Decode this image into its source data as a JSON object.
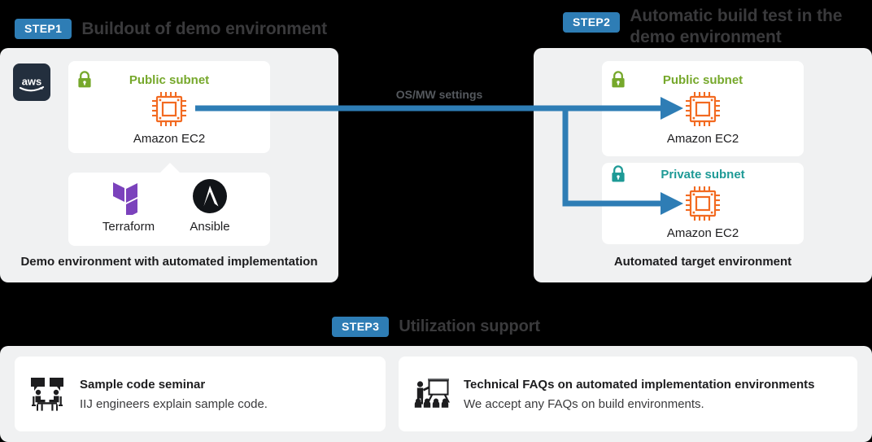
{
  "steps": [
    {
      "badge": "STEP1",
      "title": "Buildout of demo environment",
      "caption": "Demo environment with automated implementation"
    },
    {
      "badge": "STEP2",
      "title": "Automatic build test in the demo environment",
      "caption": "Automated target environment"
    },
    {
      "badge": "STEP3",
      "title": "Utilization support"
    }
  ],
  "cloud": {
    "provider_logo": "aws-logo",
    "provider_text": "aws"
  },
  "left_panel": {
    "subnet": {
      "lock_icon": "lock-icon",
      "label": "Public subnet",
      "service_icon": "ec2-chip-icon",
      "service_label": "Amazon EC2"
    },
    "tools": [
      {
        "icon": "terraform-logo-icon",
        "name": "Terraform"
      },
      {
        "icon": "ansible-logo-icon",
        "name": "Ansible"
      }
    ]
  },
  "right_panel": {
    "subnets": [
      {
        "lock_icon": "lock-icon",
        "label": "Public subnet",
        "service_icon": "ec2-chip-icon",
        "service_label": "Amazon EC2"
      },
      {
        "lock_icon": "lock-icon",
        "label": "Private subnet",
        "service_icon": "ec2-chip-icon",
        "service_label": "Amazon EC2"
      }
    ]
  },
  "connector": {
    "label": "OS/MW settings",
    "arrow_icon": "arrow-right-icon"
  },
  "support": [
    {
      "icon": "seminar-people-table-icon",
      "title": "Sample code seminar",
      "subtitle": "IIJ engineers explain sample code."
    },
    {
      "icon": "presenter-whiteboard-audience-icon",
      "title": "Technical FAQs on automated implementation environments",
      "subtitle": "We accept any FAQs on build environments."
    }
  ],
  "colors": {
    "background": "#000000",
    "panel": "#F0F1F2",
    "card": "#FFFFFF",
    "badge_blue": "#2E7DB5",
    "arrow_blue": "#2E7DB5",
    "public_subnet_green": "#76A82B",
    "private_subnet_teal": "#1E9A96",
    "ec2_orange": "#F26A21",
    "aws_navy": "#232F3E",
    "terraform_purple": "#7B42BC",
    "title_gray": "#3A3A3C"
  }
}
